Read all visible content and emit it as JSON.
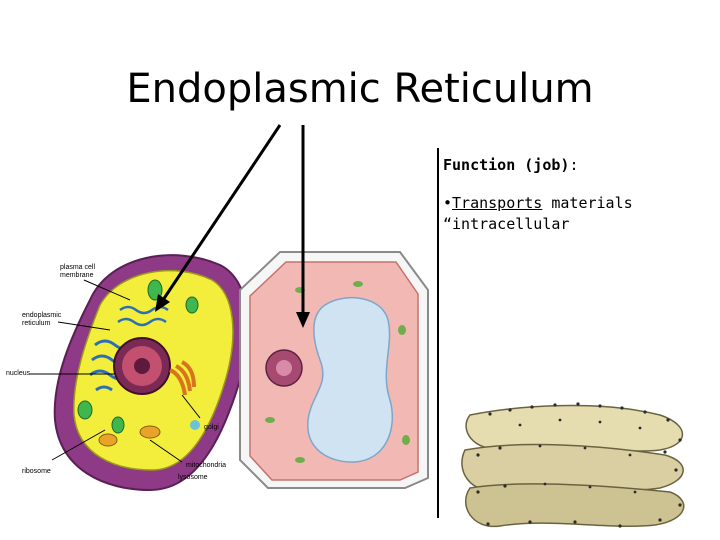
{
  "slide": {
    "title": "Endoplasmic Reticulum",
    "function_label": "Function (job)",
    "function_colon": ":",
    "bullet": "•",
    "transports_word": "Transports",
    "materials_word": " materials",
    "line2": "“intracellular"
  },
  "animal_cell_labels": {
    "plasma_membrane": "plasma cell membrane",
    "endoplasmic_reticulum": "endoplasmic reticulum",
    "nucleus": "nucleus",
    "ribosome": "ribosome",
    "golgi": "golgi",
    "mitochondria": "mitochondria",
    "lysosome": "lysosome"
  },
  "colors": {
    "cell_membrane_purple": "#8e3a86",
    "cytoplasm_yellow": "#f3ee3c",
    "plant_cytoplasm_pink": "#f2b9b4",
    "vacuole_blue": "#cfe3f3",
    "er_tan": "#d9cfa2"
  }
}
